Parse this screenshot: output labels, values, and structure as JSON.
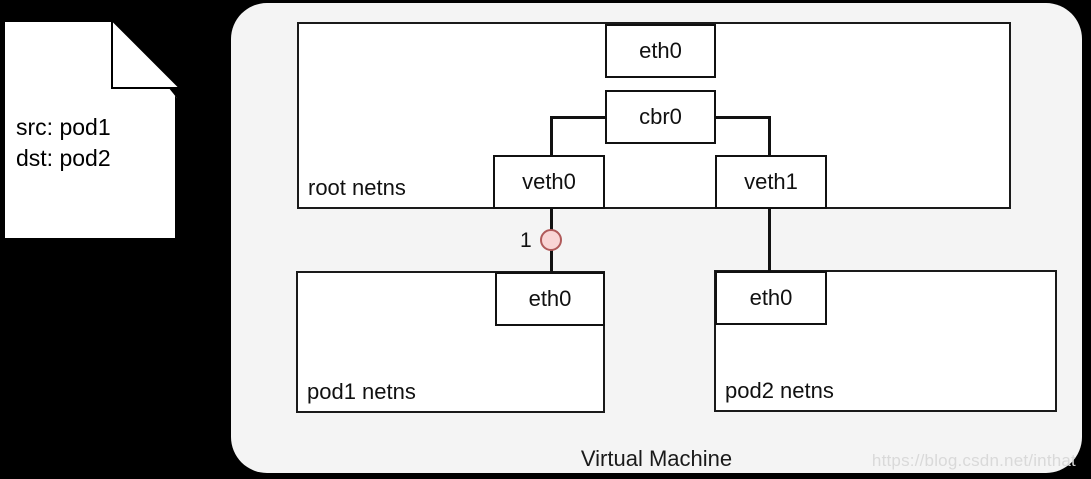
{
  "diagram": {
    "title": "Virtual Machine",
    "watermark": "https://blog.csdn.net/inthat",
    "colors": {
      "background": "#000000",
      "vm_fill": "#f4f4f4",
      "box_fill": "#ffffff",
      "stroke": "#111111",
      "marker_fill": "#f9d5d5",
      "marker_stroke": "#b05a5a",
      "watermark": "#d9d9d9"
    }
  },
  "packet": {
    "line1": "src: pod1",
    "line2": "dst: pod2"
  },
  "namespaces": [
    {
      "id": "root",
      "label": "root netns"
    },
    {
      "id": "pod1",
      "label": "pod1 netns"
    },
    {
      "id": "pod2",
      "label": "pod2 netns"
    }
  ],
  "devices": {
    "root_eth0": "eth0",
    "cbr0": "cbr0",
    "veth0": "veth0",
    "veth1": "veth1",
    "pod1_eth0": "eth0",
    "pod2_eth0": "eth0"
  },
  "markers": [
    {
      "id": "step-1",
      "label": "1"
    }
  ]
}
